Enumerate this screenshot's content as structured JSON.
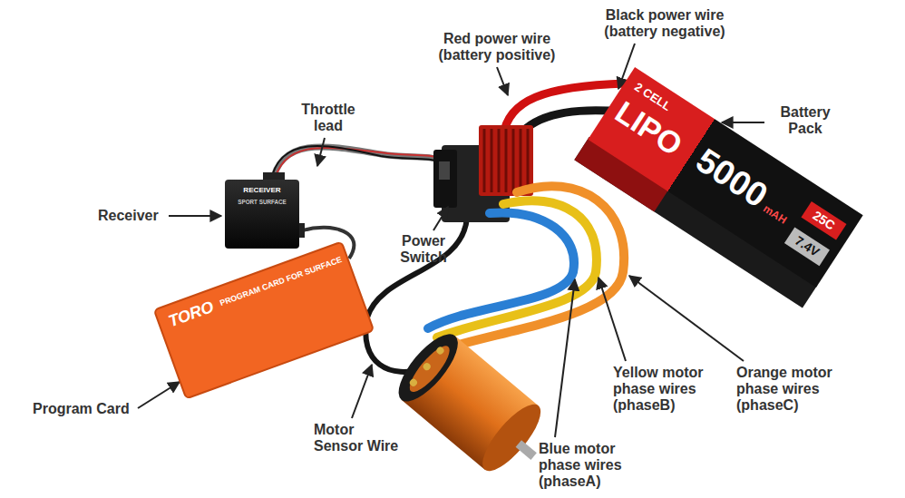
{
  "diagram": {
    "nodes": [
      {
        "text": [
          "RECEIVER",
          "SPORT SURFACE"
        ]
      },
      {
        "text": [
          "TORO",
          "PROGRAM CARD FOR SURFACE"
        ]
      },
      {
        "text": [
          "2 CELL",
          "LIPO",
          "5000",
          "mAH",
          "25C",
          "7.4V"
        ]
      }
    ],
    "labels": [
      "Throttle lead",
      "Red power wire (battery positive)",
      "Black power wire (battery negative)",
      "Battery Pack",
      "Receiver",
      "Power Switch",
      "Program Card",
      "Motor Sensor Wire",
      "Blue motor phase wires (phaseA)",
      "Yellow motor phase wires (phaseB)",
      "Orange motor phase wires (phaseC)"
    ]
  }
}
